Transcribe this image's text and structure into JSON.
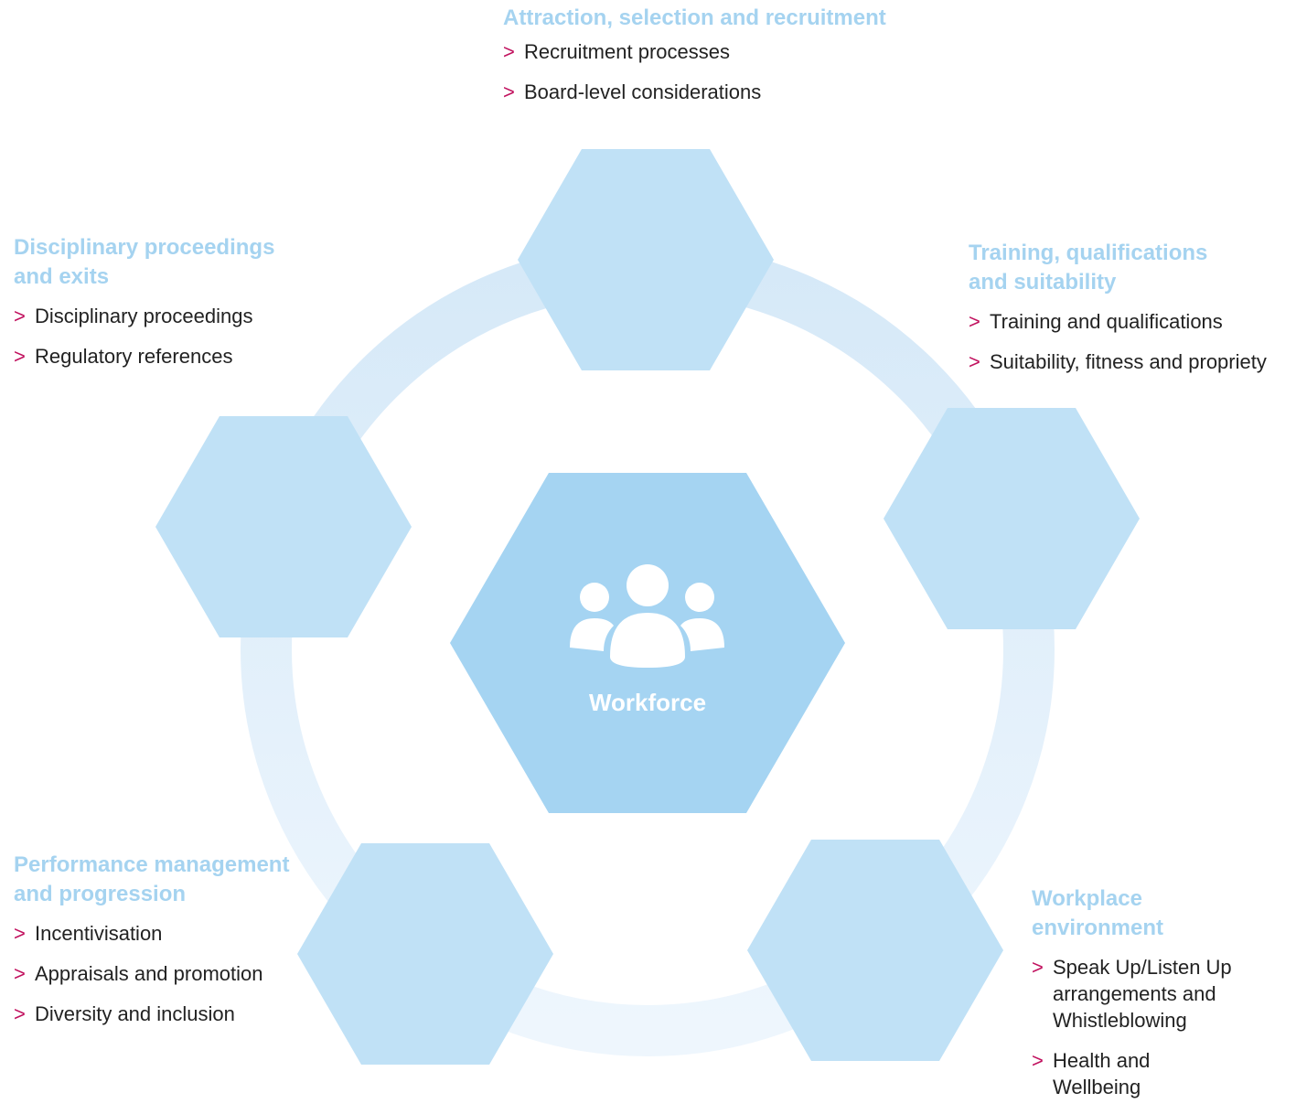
{
  "center": {
    "label": "Workforce",
    "icon": "people-group-icon"
  },
  "colors": {
    "ring_light": "#eaf4fc",
    "ring_mid": "#d6e9f8",
    "hexagon": "#c0e1f6",
    "center_hexagon": "#a5d4f2",
    "heading": "#a5d3f0",
    "bullet": "#c1115e",
    "text": "#222222",
    "icon": "#ffffff"
  },
  "bullet_glyph": ">",
  "sections": {
    "attraction": {
      "heading": "Attraction, selection and recruitment",
      "items": [
        "Recruitment processes",
        "Board-level considerations"
      ]
    },
    "training": {
      "heading_lines": [
        "Training, qualifications",
        "and suitability"
      ],
      "items": [
        "Training and qualifications",
        "Suitability, fitness and propriety"
      ]
    },
    "disciplinary": {
      "heading_lines": [
        "Disciplinary proceedings",
        "and exits"
      ],
      "items": [
        "Disciplinary proceedings",
        "Regulatory references"
      ]
    },
    "performance": {
      "heading_lines": [
        "Performance management",
        "and progression"
      ],
      "items": [
        "Incentivisation",
        "Appraisals and promotion",
        "Diversity and inclusion"
      ]
    },
    "workplace": {
      "heading_lines": [
        "Workplace",
        "environment"
      ],
      "items": [
        {
          "lines": [
            "Speak Up/Listen Up",
            "arrangements and",
            "Whistleblowing"
          ]
        },
        {
          "lines": [
            "Health and",
            "Wellbeing"
          ]
        }
      ]
    }
  }
}
